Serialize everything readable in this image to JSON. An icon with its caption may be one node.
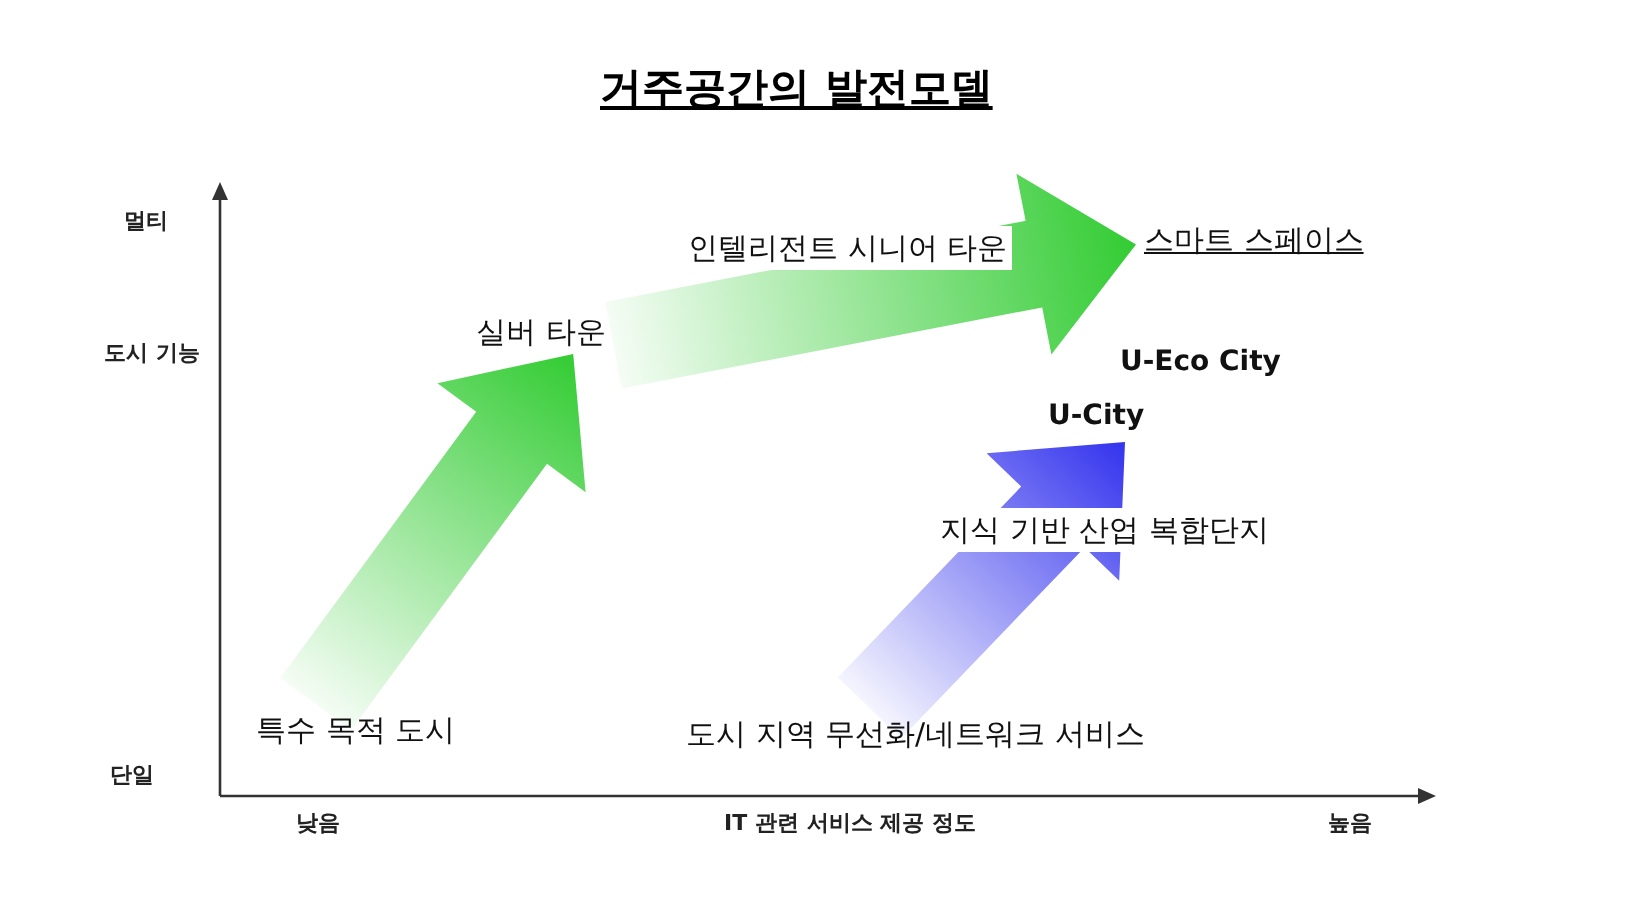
{
  "diagram": {
    "title": "거주공간의 발전모델",
    "nodes": [
      {
        "text": [
          "특수 목적 도시"
        ]
      },
      {
        "text": [
          "실버 타운"
        ]
      },
      {
        "text": [
          "스마트 스페이스"
        ]
      },
      {
        "text": [
          "도시 지역 무선화/네트워크 서비스"
        ]
      },
      {
        "text": [
          "U-City"
        ]
      }
    ],
    "edges": [
      {
        "from": 0,
        "to": 1,
        "arrow": "to",
        "color": "#33cc33"
      },
      {
        "from": 1,
        "to": 2,
        "arrow": "to",
        "label": "인텔리전트 시니어 타운",
        "color": "#33cc33"
      },
      {
        "from": 3,
        "to": 4,
        "arrow": "to",
        "label": "지식 기반 산업 복합단지",
        "color": "#3333ee"
      }
    ],
    "labels": [
      "멀티",
      "도시 기능",
      "단일",
      "낮음",
      "IT 관련 서비스 제공 정도",
      "높음",
      "U-Eco City"
    ]
  }
}
